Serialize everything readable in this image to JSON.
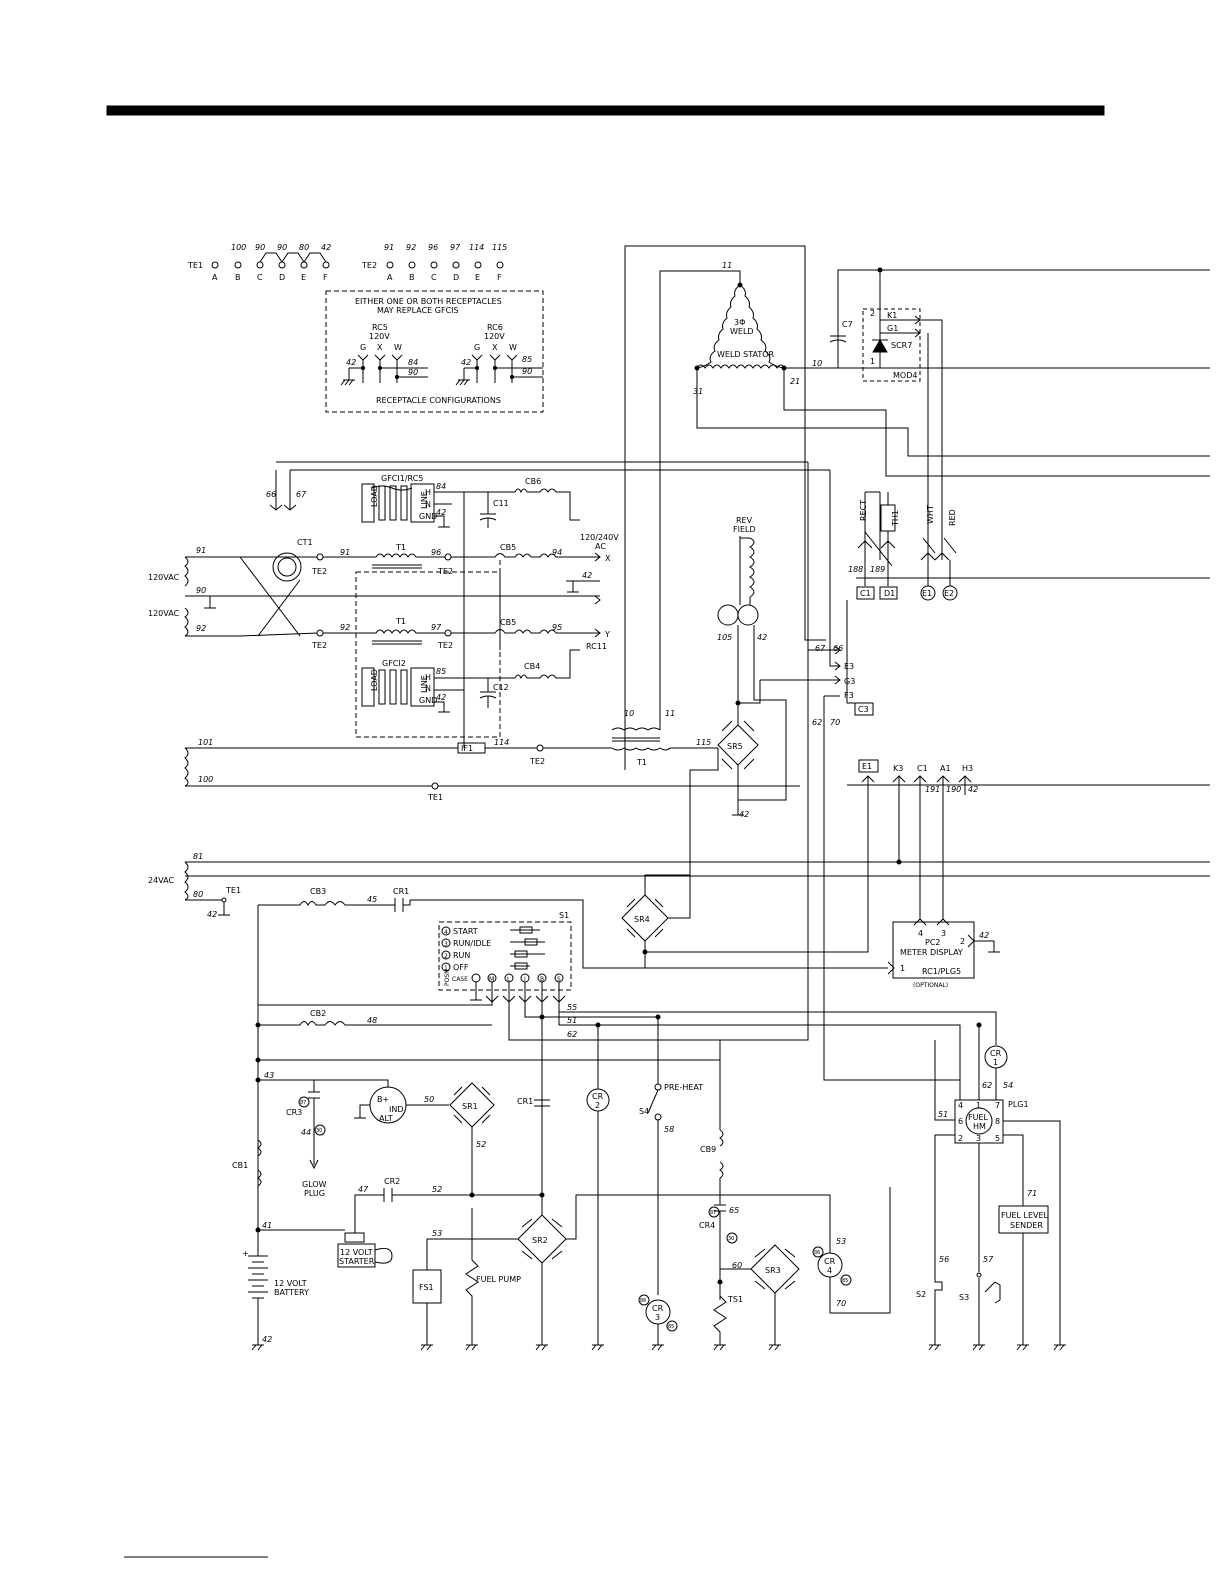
{
  "terminal_strips": {
    "te1": {
      "name": "TE1",
      "letters": [
        "A",
        "B",
        "C",
        "D",
        "E",
        "F"
      ],
      "wires": [
        "100",
        "90",
        "90",
        "80",
        "42"
      ]
    },
    "te2": {
      "name": "TE2",
      "letters": [
        "A",
        "B",
        "C",
        "D",
        "E",
        "F"
      ],
      "wires": [
        "91",
        "92",
        "96",
        "97",
        "114",
        "115"
      ]
    }
  },
  "receptacle_box": {
    "note_line1": "EITHER ONE OR BOTH RECEPTACLES",
    "note_line2": "MAY REPLACE GFCIS",
    "rc5_name": "RC5",
    "rc5_volt": "120V",
    "rc6_name": "RC6",
    "rc6_volt": "120V",
    "pins": [
      "G",
      "X",
      "W"
    ],
    "rc5_wires": [
      "42",
      "84",
      "90"
    ],
    "rc6_wires": [
      "42",
      "85",
      "90"
    ],
    "title": "RECEPTACLE CONFIGURATIONS"
  },
  "weld_stator": {
    "label1": "3Φ",
    "label2": "WELD",
    "name": "WELD STATOR",
    "wires": [
      "11",
      "31",
      "21",
      "10"
    ]
  },
  "mod4": {
    "name": "MOD4",
    "scr": "SCR7",
    "k": "K1",
    "g": "G1",
    "pins": [
      "2",
      "1"
    ],
    "cap": "C7"
  },
  "stator_conn": {
    "rect": "RECT",
    "th1": "TH1",
    "wht": "WHT",
    "red": "RED",
    "wires": [
      "188",
      "189"
    ],
    "boxes": [
      "C1",
      "D1"
    ],
    "circles": [
      "E1",
      "E2"
    ]
  },
  "gfci": {
    "g1": "GFCI1/RC5",
    "g2": "GFCI2",
    "load": "LOAD",
    "h": "H",
    "n": "N",
    "line": "LINE",
    "gnd": "GND",
    "g1_wires": [
      "84",
      "42"
    ],
    "g2_wires": [
      "85",
      "42"
    ],
    "c11": "C11",
    "c12": "C12",
    "cb6": "CB6",
    "cb5a": "CB5",
    "cb5b": "CB5",
    "cb4": "CB4",
    "out_label1": "120/240V",
    "out_label2": "AC",
    "x": "X",
    "y": "Y",
    "rc11": "RC11",
    "w94": "94",
    "w95": "95",
    "w42": "42"
  },
  "aux": {
    "ct1": "CT1",
    "w66": "66",
    "w67": "67",
    "v1": "120VAC",
    "v2": "120VAC",
    "w91a": "91",
    "w91b": "91",
    "w90": "90",
    "w92a": "92",
    "w92b": "92",
    "w96": "96",
    "w97": "97",
    "t1a": "T1",
    "t1b": "T1",
    "te2a": "TE2",
    "te2b": "TE2",
    "te2c": "TE2",
    "te2d": "TE2"
  },
  "rev_field": {
    "l1": "REV",
    "l2": "FIELD",
    "w105": "105",
    "w42": "42",
    "sr5": "SR5"
  },
  "exciter": {
    "w101": "101",
    "w100": "100",
    "if1": "IF1",
    "w114": "114",
    "te2": "TE2",
    "te1": "TE1",
    "t1": "T1",
    "w10": "10",
    "w11": "11",
    "w115": "115",
    "w42": "42"
  },
  "field_conn": {
    "w67": "67",
    "w66": "66",
    "w62": "62",
    "w70": "70",
    "e3": "E3",
    "g3": "G3",
    "f3": "F3",
    "c3": "C3"
  },
  "pc2_bus": {
    "e1": "E1",
    "k3": "K3",
    "c1": "C1",
    "a1": "A1",
    "h3": "H3",
    "w191": "191",
    "w190": "190",
    "w42": "42"
  },
  "v24": {
    "label": "24VAC",
    "w81": "81",
    "w80": "80",
    "te1": "TE1",
    "w42": "42"
  },
  "switch_s1": {
    "name": "S1",
    "positions": [
      "START",
      "RUN/IDLE",
      "RUN",
      "OFF"
    ],
    "nums": [
      "4",
      "3",
      "2",
      "1"
    ],
    "posn": "POSN",
    "case": "CASE",
    "terms": [
      "M",
      "L",
      "I",
      "B",
      "S"
    ]
  },
  "pc2": {
    "name": "PC2",
    "label": "METER DISPLAY",
    "conn": "RC1/PLG5",
    "opt": "(OPTIONAL)",
    "pins": [
      "4",
      "3",
      "2",
      "1"
    ],
    "w42": "42"
  },
  "engine": {
    "cb3": "CB3",
    "cb2": "CB2",
    "cb1": "CB1",
    "cb9": "CB9",
    "cr1a": "CR1",
    "cr1b": "CR1",
    "cr2": "CR2",
    "w45": "45",
    "w48": "48",
    "w43": "43",
    "w41": "41",
    "w47": "47",
    "w52a": "52",
    "w52b": "52",
    "w50": "50",
    "w53a": "53",
    "w53b": "53",
    "w55": "55",
    "w51a": "51",
    "w51b": "51",
    "w62a": "62",
    "w62b": "62",
    "w54": "54",
    "w56": "56",
    "w57": "57",
    "w58": "58",
    "w65": "65",
    "w60": "60",
    "w70": "70",
    "w71": "71",
    "w44": "44",
    "w42": "42",
    "cr3": "CR3",
    "cr4a": "CR4",
    "cr4b": "CR4",
    "cr2c": "CR",
    "cr2n": "2",
    "cr1c": "CR",
    "cr1n": "1",
    "cr3c": "CR",
    "cr3n": "3",
    "cr4c": "CR",
    "cr4n": "4",
    "p87a": "87",
    "p30a": "30",
    "p87b": "87",
    "p30b": "30",
    "p86a": "86",
    "p85a": "85",
    "p86b": "86",
    "p85b": "85",
    "glow1": "GLOW",
    "glow2": "PLUG",
    "alt1": "B+",
    "alt2": "IND",
    "alt3": "ALT",
    "sr1": "SR1",
    "sr2": "SR2",
    "sr3": "SR3",
    "sr4": "SR4",
    "fs1": "FS1",
    "pump": "FUEL PUMP",
    "preheat": "PRE-HEAT",
    "s4": "S4",
    "ts1": "TS1",
    "starter1": "12 VOLT",
    "starter2": "STARTER",
    "batt1": "12 VOLT",
    "batt2": "BATTERY",
    "plg1": "PLG1",
    "fuel1": "FUEL",
    "fuel2": "HM",
    "plg_pins": [
      "4",
      "1",
      "7",
      "6",
      "8",
      "2",
      "3",
      "5"
    ],
    "sender1": "FUEL LEVEL",
    "sender2": "SENDER",
    "s2": "S2",
    "s3": "S3"
  }
}
